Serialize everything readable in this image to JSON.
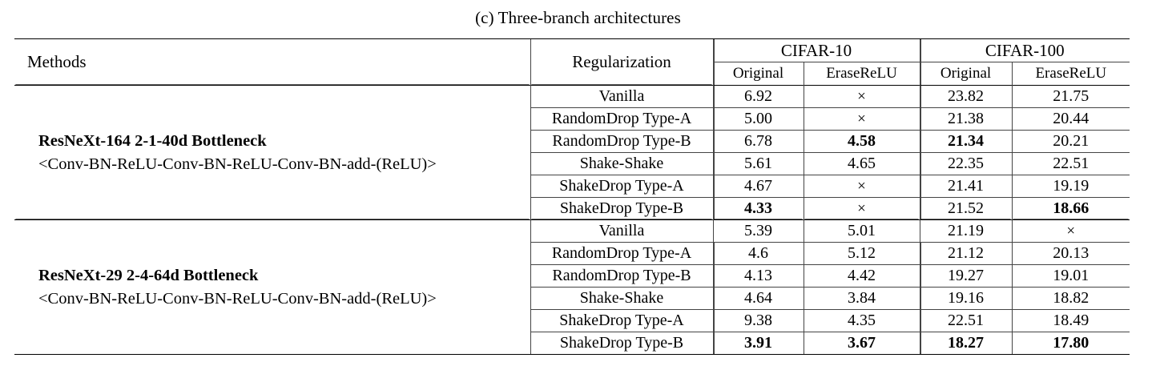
{
  "caption": "(c) Three-branch architectures",
  "table": {
    "headers": {
      "methods": "Methods",
      "regularization": "Regularization",
      "groups": [
        {
          "label": "CIFAR-10",
          "sub": [
            "Original",
            "EraseReLU"
          ]
        },
        {
          "label": "CIFAR-100",
          "sub": [
            "Original",
            "EraseReLU"
          ]
        }
      ]
    },
    "blocks": [
      {
        "method_name": "ResNeXt-164 2-1-40d Bottleneck",
        "method_sub": "<Conv-BN-ReLU-Conv-BN-ReLU-Conv-BN-add-(ReLU)>",
        "rows": [
          {
            "regularization": "Vanilla",
            "values": [
              {
                "text": "6.92",
                "bold": false
              },
              {
                "text": "×",
                "bold": false
              },
              {
                "text": "23.82",
                "bold": false
              },
              {
                "text": "21.75",
                "bold": false
              }
            ]
          },
          {
            "regularization": "RandomDrop Type-A",
            "values": [
              {
                "text": "5.00",
                "bold": false
              },
              {
                "text": "×",
                "bold": false
              },
              {
                "text": "21.38",
                "bold": false
              },
              {
                "text": "20.44",
                "bold": false
              }
            ]
          },
          {
            "regularization": "RandomDrop Type-B",
            "values": [
              {
                "text": "6.78",
                "bold": false
              },
              {
                "text": "4.58",
                "bold": true
              },
              {
                "text": "21.34",
                "bold": true
              },
              {
                "text": "20.21",
                "bold": false
              }
            ]
          },
          {
            "regularization": "Shake-Shake",
            "values": [
              {
                "text": "5.61",
                "bold": false
              },
              {
                "text": "4.65",
                "bold": false
              },
              {
                "text": "22.35",
                "bold": false
              },
              {
                "text": "22.51",
                "bold": false
              }
            ]
          },
          {
            "regularization": "ShakeDrop Type-A",
            "values": [
              {
                "text": "4.67",
                "bold": false
              },
              {
                "text": "×",
                "bold": false
              },
              {
                "text": "21.41",
                "bold": false
              },
              {
                "text": "19.19",
                "bold": false
              }
            ]
          },
          {
            "regularization": "ShakeDrop Type-B",
            "values": [
              {
                "text": "4.33",
                "bold": true
              },
              {
                "text": "×",
                "bold": false
              },
              {
                "text": "21.52",
                "bold": false
              },
              {
                "text": "18.66",
                "bold": true
              }
            ]
          }
        ]
      },
      {
        "method_name": "ResNeXt-29 2-4-64d Bottleneck",
        "method_sub": "<Conv-BN-ReLU-Conv-BN-ReLU-Conv-BN-add-(ReLU)>",
        "rows": [
          {
            "regularization": "Vanilla",
            "values": [
              {
                "text": "5.39",
                "bold": false
              },
              {
                "text": "5.01",
                "bold": false
              },
              {
                "text": "21.19",
                "bold": false
              },
              {
                "text": "×",
                "bold": false
              }
            ]
          },
          {
            "regularization": "RandomDrop Type-A",
            "values": [
              {
                "text": "4.6",
                "bold": false
              },
              {
                "text": "5.12",
                "bold": false
              },
              {
                "text": "21.12",
                "bold": false
              },
              {
                "text": "20.13",
                "bold": false
              }
            ]
          },
          {
            "regularization": "RandomDrop Type-B",
            "values": [
              {
                "text": "4.13",
                "bold": false
              },
              {
                "text": "4.42",
                "bold": false
              },
              {
                "text": "19.27",
                "bold": false
              },
              {
                "text": "19.01",
                "bold": false
              }
            ]
          },
          {
            "regularization": "Shake-Shake",
            "values": [
              {
                "text": "4.64",
                "bold": false
              },
              {
                "text": "3.84",
                "bold": false
              },
              {
                "text": "19.16",
                "bold": false
              },
              {
                "text": "18.82",
                "bold": false
              }
            ]
          },
          {
            "regularization": "ShakeDrop Type-A",
            "values": [
              {
                "text": "9.38",
                "bold": false
              },
              {
                "text": "4.35",
                "bold": false
              },
              {
                "text": "22.51",
                "bold": false
              },
              {
                "text": "18.49",
                "bold": false
              }
            ]
          },
          {
            "regularization": "ShakeDrop Type-B",
            "values": [
              {
                "text": "3.91",
                "bold": true
              },
              {
                "text": "3.67",
                "bold": true
              },
              {
                "text": "18.27",
                "bold": true
              },
              {
                "text": "17.80",
                "bold": true
              }
            ]
          }
        ]
      }
    ]
  }
}
